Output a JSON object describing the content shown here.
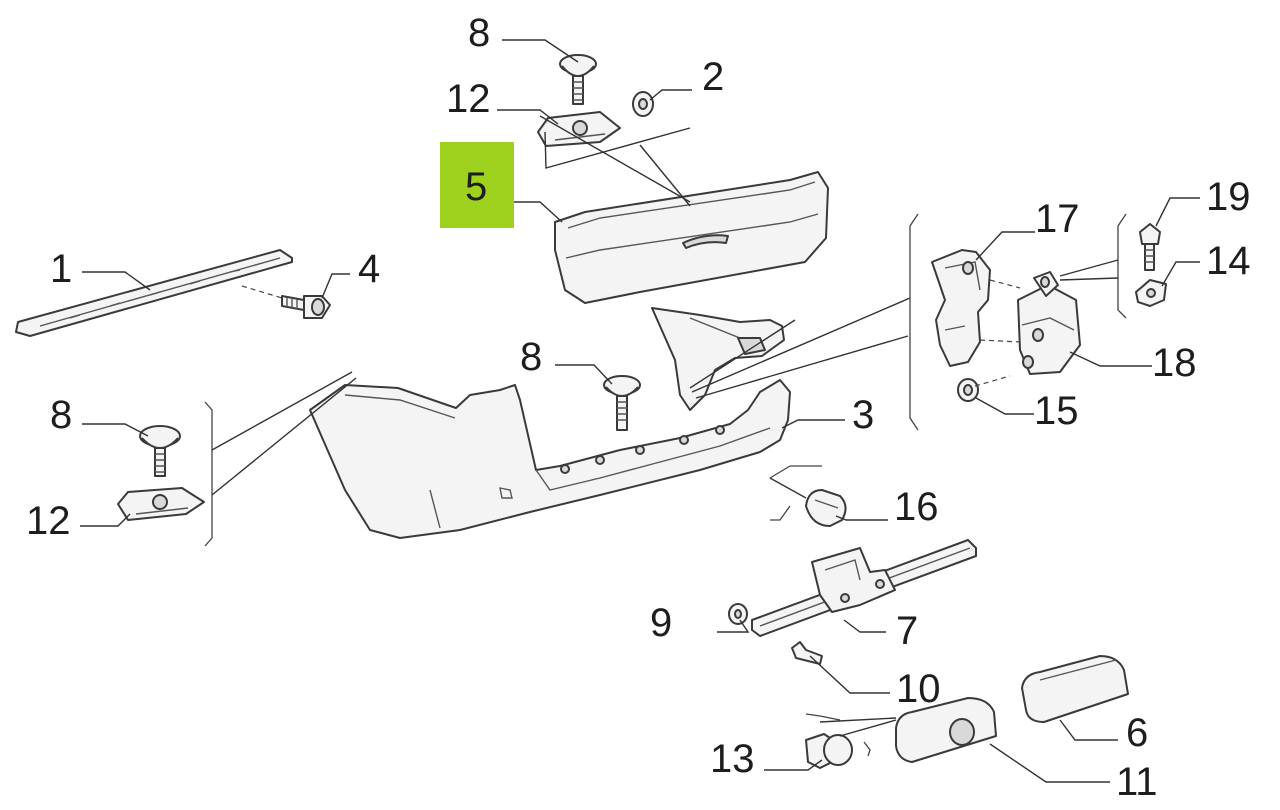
{
  "highlight_color": "#9fd21e",
  "callouts": {
    "c1": "1",
    "c2": "2",
    "c3": "3",
    "c4": "4",
    "c5": "5",
    "c6": "6",
    "c7": "7",
    "c8a": "8",
    "c8b": "8",
    "c8c": "8",
    "c9": "9",
    "c10": "10",
    "c11": "11",
    "c12a": "12",
    "c12b": "12",
    "c13": "13",
    "c14": "14",
    "c15": "15",
    "c16": "16",
    "c17": "17",
    "c18": "18",
    "c19": "19"
  }
}
